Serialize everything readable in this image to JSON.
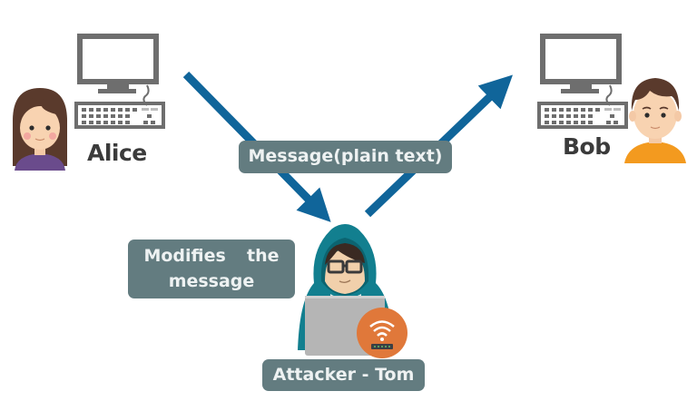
{
  "diagram": {
    "title": "Man-in-the-middle message modification",
    "nodes": {
      "alice": {
        "label": "Alice",
        "role": "sender"
      },
      "bob": {
        "label": "Bob",
        "role": "receiver"
      },
      "attacker": {
        "label": "Attacker - Tom",
        "role": "attacker"
      }
    },
    "edges": [
      {
        "from": "alice",
        "to": "attacker",
        "label": "Message(plain text)"
      },
      {
        "from": "attacker",
        "to": "bob",
        "label": ""
      }
    ],
    "annotations": {
      "message": "Message(plain text)",
      "modify_line1": "Modifies  the",
      "modify_line2": "message"
    },
    "icons": {
      "alice_computer": "desktop-computer-icon",
      "bob_computer": "desktop-computer-icon",
      "alice_avatar": "woman-avatar-icon",
      "bob_avatar": "man-avatar-icon",
      "attacker_avatar": "hooded-hacker-icon",
      "router": "wifi-router-icon"
    },
    "colors": {
      "arrow": "#10659a",
      "label_box": "#637c80",
      "label_text": "#eef2f2",
      "computer": "#6e6e6e",
      "hood": "#127f8f",
      "router_badge": "#e0783a"
    }
  }
}
